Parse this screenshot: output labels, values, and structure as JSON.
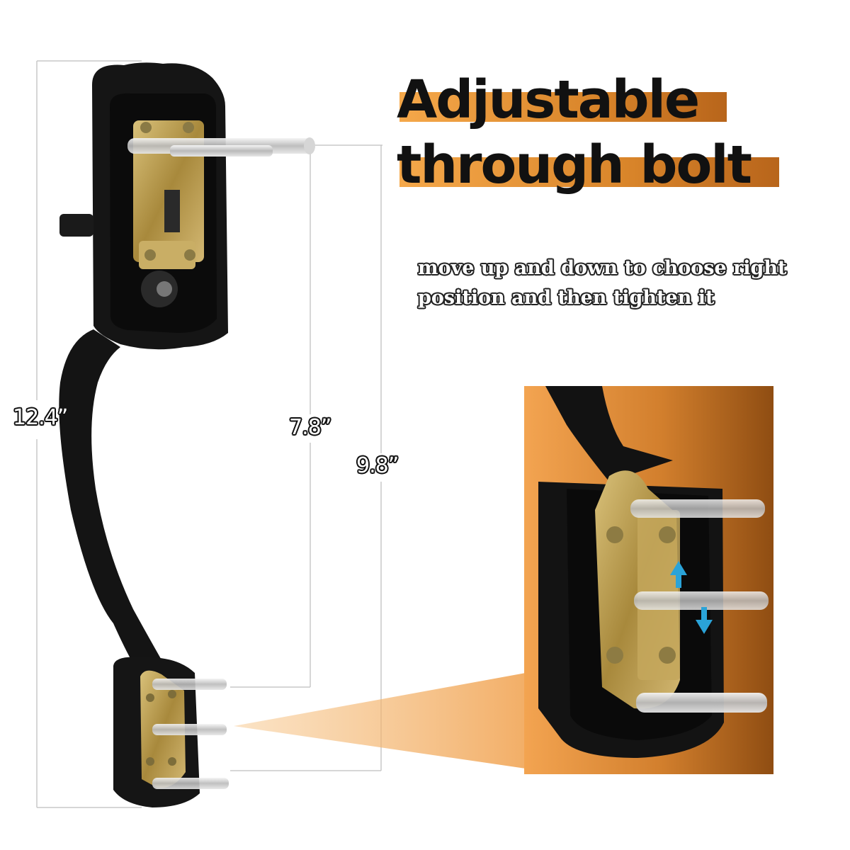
{
  "title": {
    "line1": "Adjustable",
    "line2": "through bolt"
  },
  "instruction": "move up and down to choose right position and then tighten it",
  "dimensions": {
    "total_height": "12.4”",
    "bolt_spacing_short": "7.8”",
    "bolt_spacing_long": "9.8”"
  },
  "colors": {
    "accent_orange": "#e8923a",
    "handle_black": "#111111",
    "brass_plate": "#b99a4a",
    "arrow_blue": "#2aa3d8"
  }
}
